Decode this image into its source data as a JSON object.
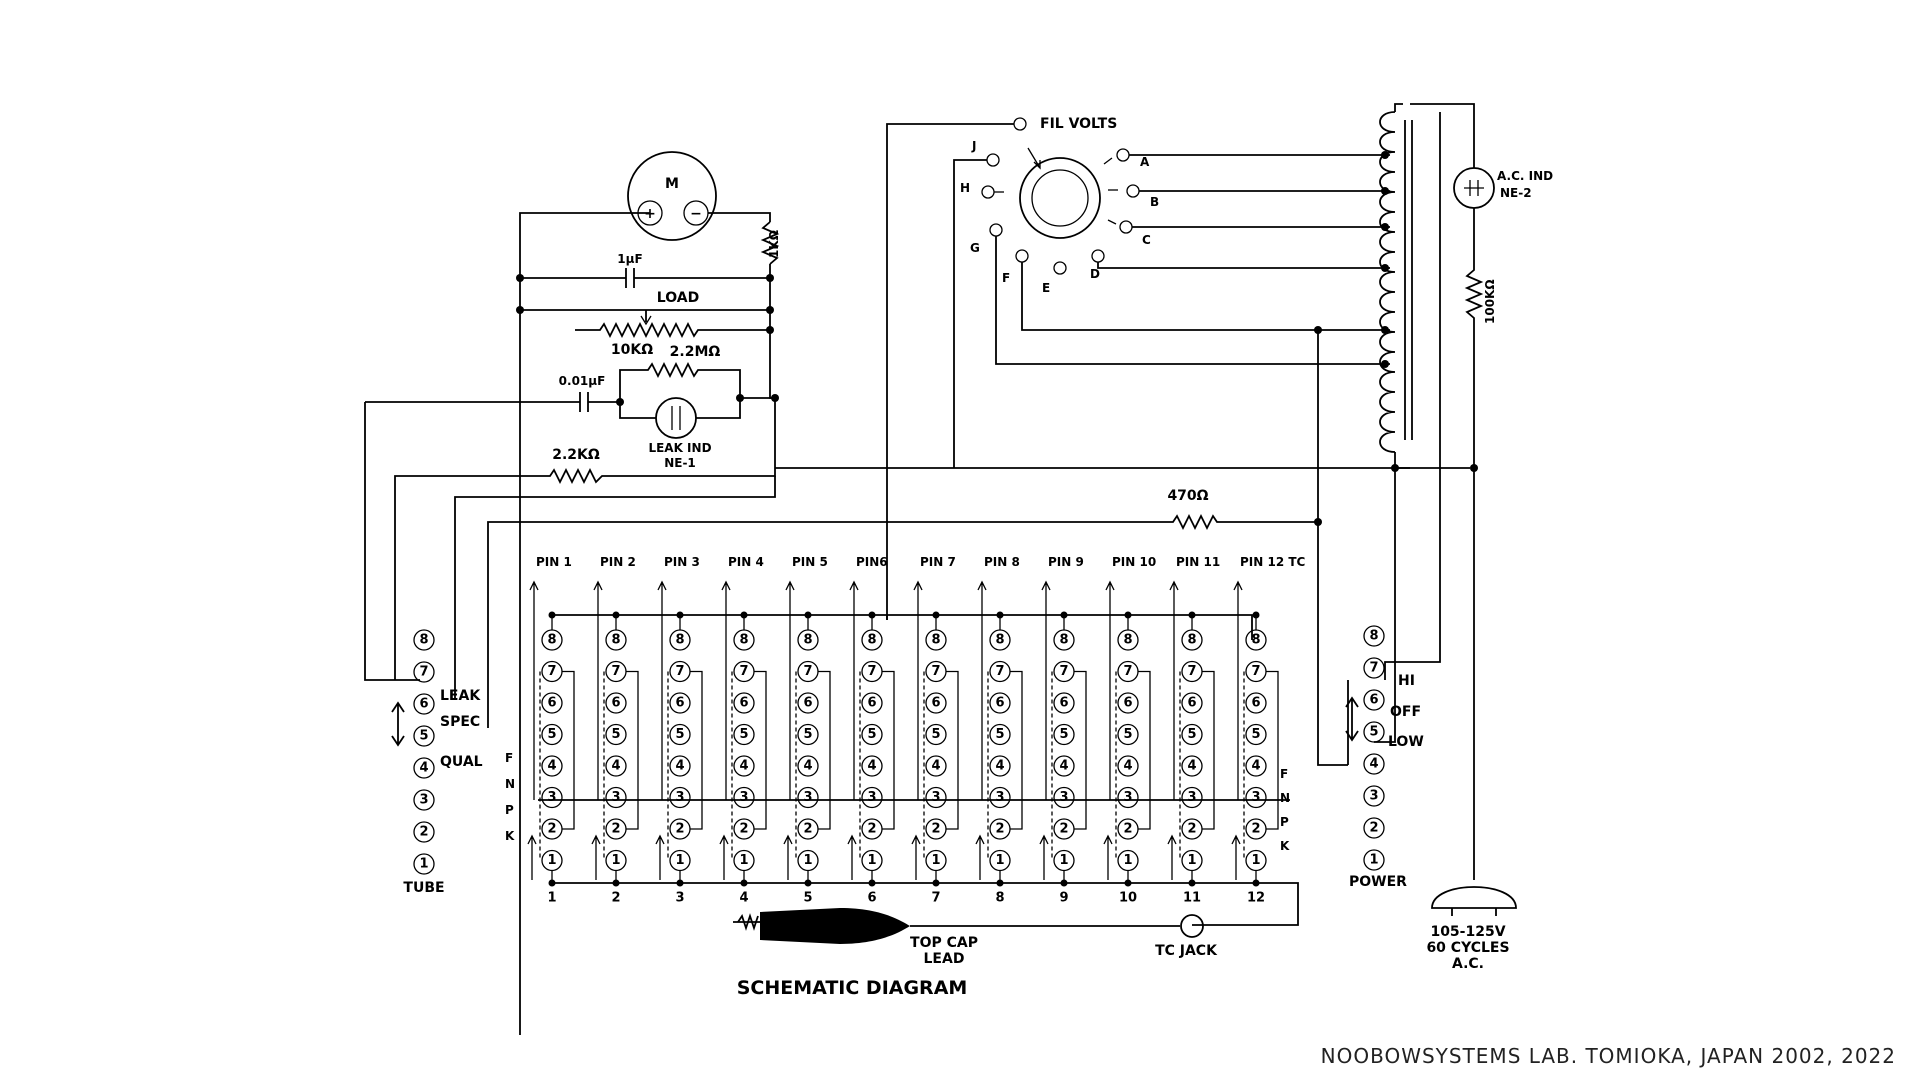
{
  "meter": {
    "label": "M",
    "plus": "+",
    "minus": "−"
  },
  "components": {
    "r1k": "1KΩ",
    "c1uf": "1μF",
    "load": "LOAD",
    "r10k": "10KΩ",
    "r22m": "2.2MΩ",
    "c001": "0.01μF",
    "leak_ind": "LEAK IND",
    "ne1": "NE-1",
    "r22k": "2.2KΩ",
    "r470": "470Ω",
    "ac_ind": "A.C. IND",
    "ne2": "NE-2",
    "r100k": "100KΩ"
  },
  "fil_volts": {
    "label": "FIL VOLTS",
    "taps": [
      "A",
      "B",
      "C",
      "D",
      "E",
      "F",
      "G",
      "H",
      "J"
    ]
  },
  "pins": {
    "headers": [
      "PIN 1",
      "PIN 2",
      "PIN 3",
      "PIN 4",
      "PIN 5",
      "PIN6",
      "PIN 7",
      "PIN 8",
      "PIN 9",
      "PIN 10",
      "PIN 11",
      "PIN 12 TC"
    ],
    "bottom_numbers": [
      "1",
      "2",
      "3",
      "4",
      "5",
      "6",
      "7",
      "8",
      "9",
      "10",
      "11",
      "12"
    ],
    "positions": [
      "8",
      "7",
      "6",
      "5",
      "4",
      "3",
      "2",
      "1"
    ],
    "left_letters": [
      "F",
      "N",
      "P",
      "K"
    ],
    "right_letters": [
      "F",
      "N",
      "P",
      "K"
    ]
  },
  "tube_switch": {
    "positions": [
      "8",
      "7",
      "6",
      "5",
      "4",
      "3",
      "2",
      "1"
    ],
    "labels": [
      "LEAK",
      "SPEC",
      "QUAL"
    ],
    "caption": "TUBE"
  },
  "power_switch": {
    "positions": [
      "8",
      "7",
      "6",
      "5",
      "4",
      "3",
      "2",
      "1"
    ],
    "labels": [
      "HI",
      "OFF",
      "LOW"
    ],
    "caption": "POWER"
  },
  "top_cap": {
    "label1": "TOP CAP",
    "label2": "LEAD"
  },
  "tc_jack": "TC JACK",
  "mains": {
    "line1": "105-125V",
    "line2": "60 CYCLES",
    "line3": "A.C."
  },
  "title": "SCHEMATIC DIAGRAM",
  "credit": "NOOBOWSYSTEMS LAB. TOMIOKA, JAPAN 2002, 2022"
}
